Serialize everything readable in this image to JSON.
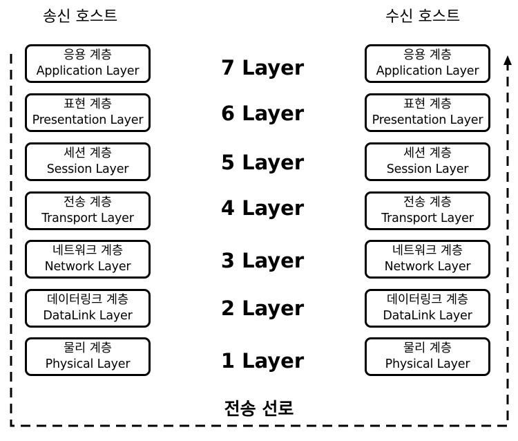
{
  "sender_title": "송신 호스트",
  "receiver_title": "수신 호스트",
  "transmission_path_label": "전송 선로",
  "colors": {
    "line": "#000000",
    "box_border": "#000000",
    "background": "#ffffff"
  },
  "layers": [
    {
      "korean": "응용 계층",
      "english": "Application Layer",
      "number_label": "7 Layer"
    },
    {
      "korean": "표현 계층",
      "english": "Presentation Layer",
      "number_label": "6 Layer"
    },
    {
      "korean": "세션 계층",
      "english": "Session Layer",
      "number_label": "5 Layer"
    },
    {
      "korean": "전송 계층",
      "english": "Transport Layer",
      "number_label": "4 Layer"
    },
    {
      "korean": "네트워크 계층",
      "english": "Network Layer",
      "number_label": "3 Layer"
    },
    {
      "korean": "데이터링크 계층",
      "english": "DataLink Layer",
      "number_label": "2 Layer"
    },
    {
      "korean": "물리 계층",
      "english": "Physical Layer",
      "number_label": "1 Layer"
    }
  ]
}
